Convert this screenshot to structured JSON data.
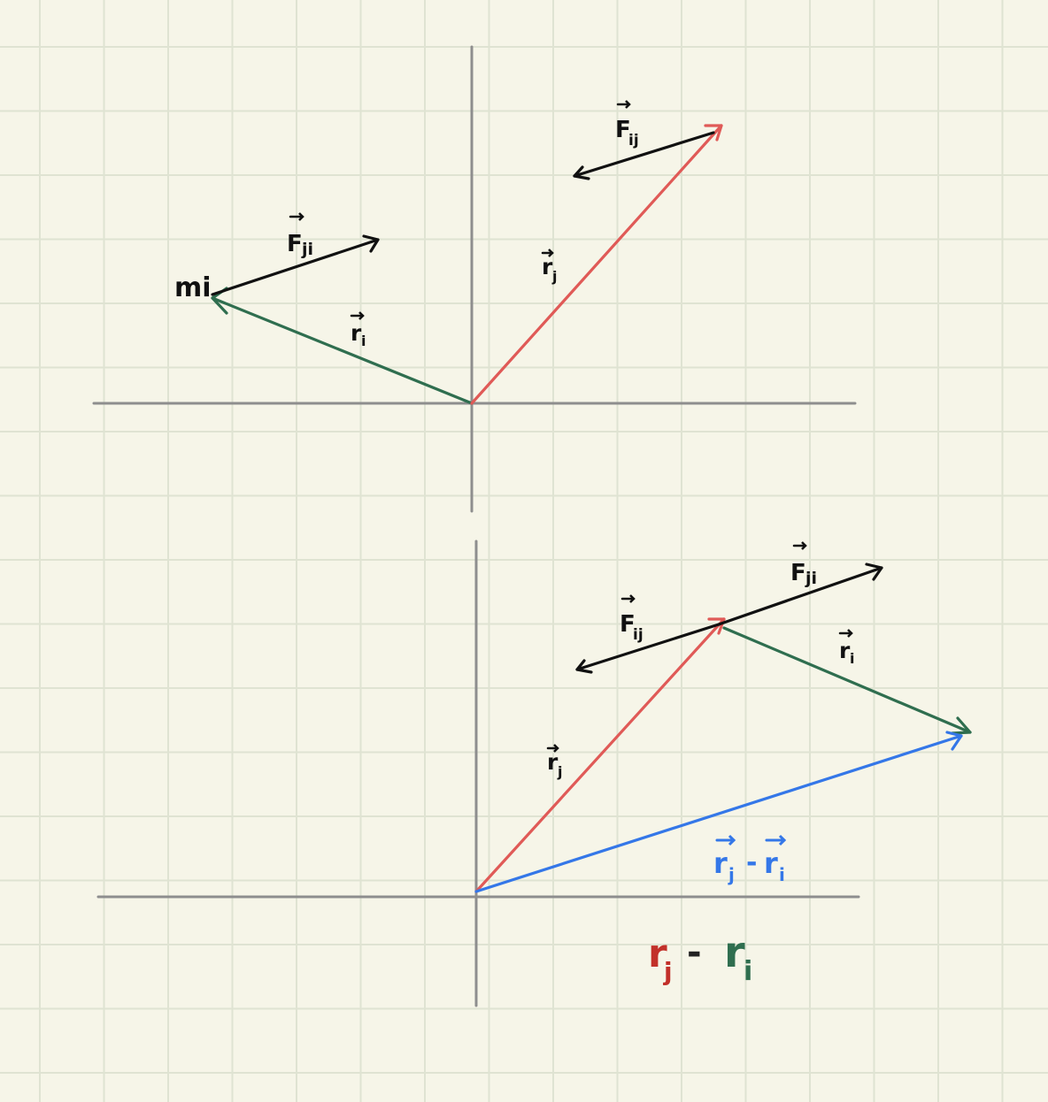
{
  "colors": {
    "paper": "#f6f5e8",
    "grid": "#dfe3d2",
    "axis": "#8e8e8e",
    "force": "#111111",
    "r_i": "#2f6e4f",
    "r_j": "#e05a57",
    "difference": "#3477e8",
    "difference_label_red": "#c2302a",
    "difference_label_green": "#2f6e4f"
  },
  "top": {
    "mass_label": "mi",
    "force_ji": {
      "base": "F",
      "sub": "ji"
    },
    "force_ij": {
      "base": "F",
      "sub": "ij"
    },
    "vec_ri": {
      "base": "r",
      "sub": "i"
    },
    "vec_rj": {
      "base": "r",
      "sub": "j"
    }
  },
  "bottom": {
    "force_ji": {
      "base": "F",
      "sub": "ji"
    },
    "force_ij": {
      "base": "F",
      "sub": "ij"
    },
    "vec_ri": {
      "base": "r",
      "sub": "i"
    },
    "vec_rj": {
      "base": "r",
      "sub": "j"
    },
    "difference_vec": {
      "left_base": "r",
      "left_sub": "j",
      "op": "-",
      "right_base": "r",
      "right_sub": "i"
    },
    "handwritten_expr": {
      "left_base": "r",
      "left_sub": "j",
      "op": "-",
      "right_base": "r",
      "right_sub": "i"
    }
  },
  "icons": {
    "arrowhead": "open-chevron-arrowhead"
  }
}
